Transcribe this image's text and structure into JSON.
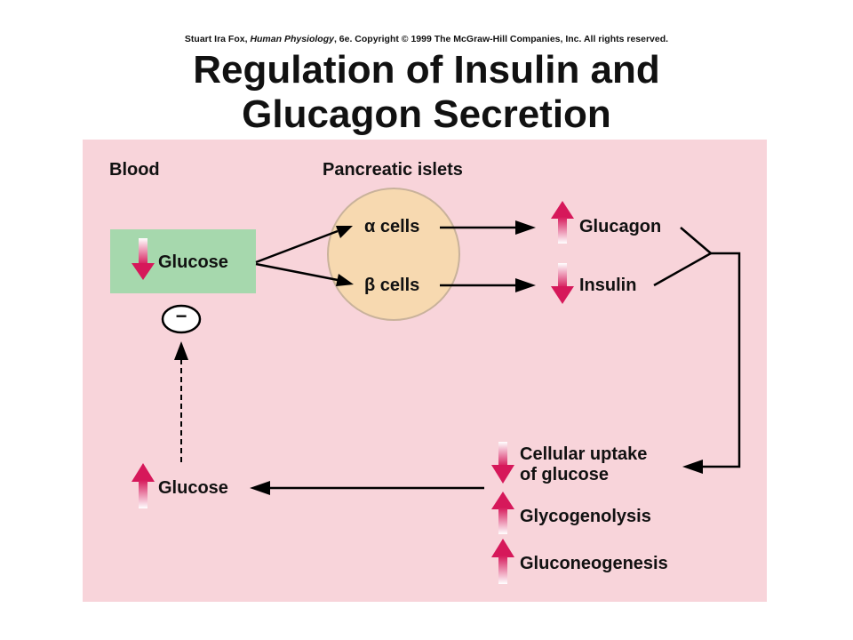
{
  "header": {
    "copyright_author": "Stuart Ira Fox,",
    "copyright_book": "Human Physiology",
    "copyright_rest": ", 6e. Copyright © 1999 The McGraw-Hill Companies, Inc.  All rights reserved.",
    "title_line1": "Regulation of Insulin and",
    "title_line2": "Glucagon Secretion"
  },
  "diagram": {
    "blood_label": "Blood",
    "islets_label": "Pancreatic islets",
    "glucose_low_label": "Glucose",
    "alpha_cells_label": "α cells",
    "beta_cells_label": "β cells",
    "glucagon_label": "Glucagon",
    "insulin_label": "Insulin",
    "inhibition_symbol": "−",
    "effects": {
      "uptake_line1": "Cellular uptake",
      "uptake_line2": "of glucose",
      "glycogenolysis": "Glycogenolysis",
      "gluconeogenesis": "Gluconeogenesis"
    },
    "glucose_high_label": "Glucose",
    "colors": {
      "panel": "#f8d4da",
      "glucose_box": "#a6d8ad",
      "islet_circle": "#f7d9b0",
      "islet_border": "#c9b29b",
      "arrow_accent": "#d6185a"
    }
  }
}
